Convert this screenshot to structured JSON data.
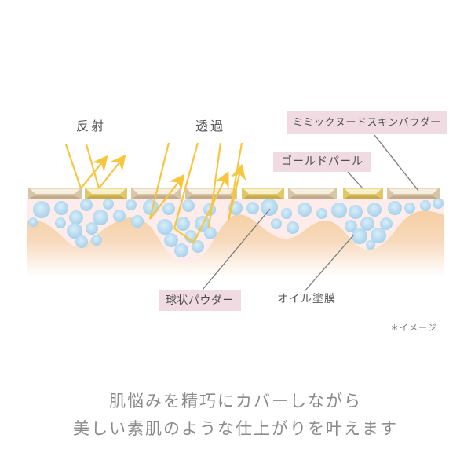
{
  "diagram": {
    "reflection_label": "反射",
    "transmission_label": "透過",
    "callouts": {
      "mimic_powder": "ミミックヌードスキンパウダー",
      "gold_pearl": "ゴールドパール",
      "spherical_powder": "球状パウダー",
      "oil_film": "オイル塗膜"
    },
    "note": "＊イメージ",
    "colors": {
      "label_box_bg": "#f0dbe3",
      "arrow_yellow": "#f7c63e",
      "leader_line": "#7a7a7a",
      "bar_tan": "#d8c5a7",
      "bar_tan_light": "#f6efdf",
      "bar_tan_dark": "#c2aa8b",
      "bar_gold": "#e0c76a",
      "bar_gold_light": "#f7f0cb",
      "bar_gold_dark": "#c6ab4e",
      "sphere_blue": "#abd4ed",
      "oil_layer_pink": "#fdecea",
      "skin_peach": "#f5cfa3"
    }
  },
  "caption": {
    "line1": "肌悩みを精巧にカバーしながら",
    "line2": "美しい素肌のような仕上がりを叶えます"
  }
}
